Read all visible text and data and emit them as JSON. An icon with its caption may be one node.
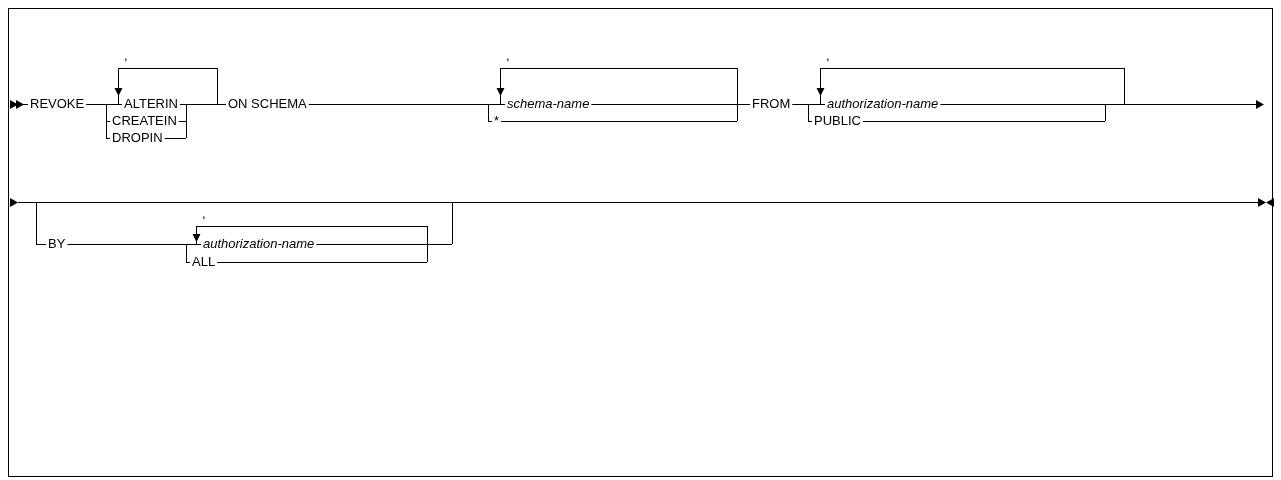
{
  "diagram": {
    "labels": [
      "REVOKE",
      ",",
      "ALTERIN",
      "CREATEIN",
      "DROPIN",
      "ON SCHEMA",
      ",",
      "schema-name",
      "*",
      "FROM",
      ",",
      "authorization-name",
      "PUBLIC",
      "BY",
      ",",
      "authorization-name",
      "ALL"
    ]
  }
}
